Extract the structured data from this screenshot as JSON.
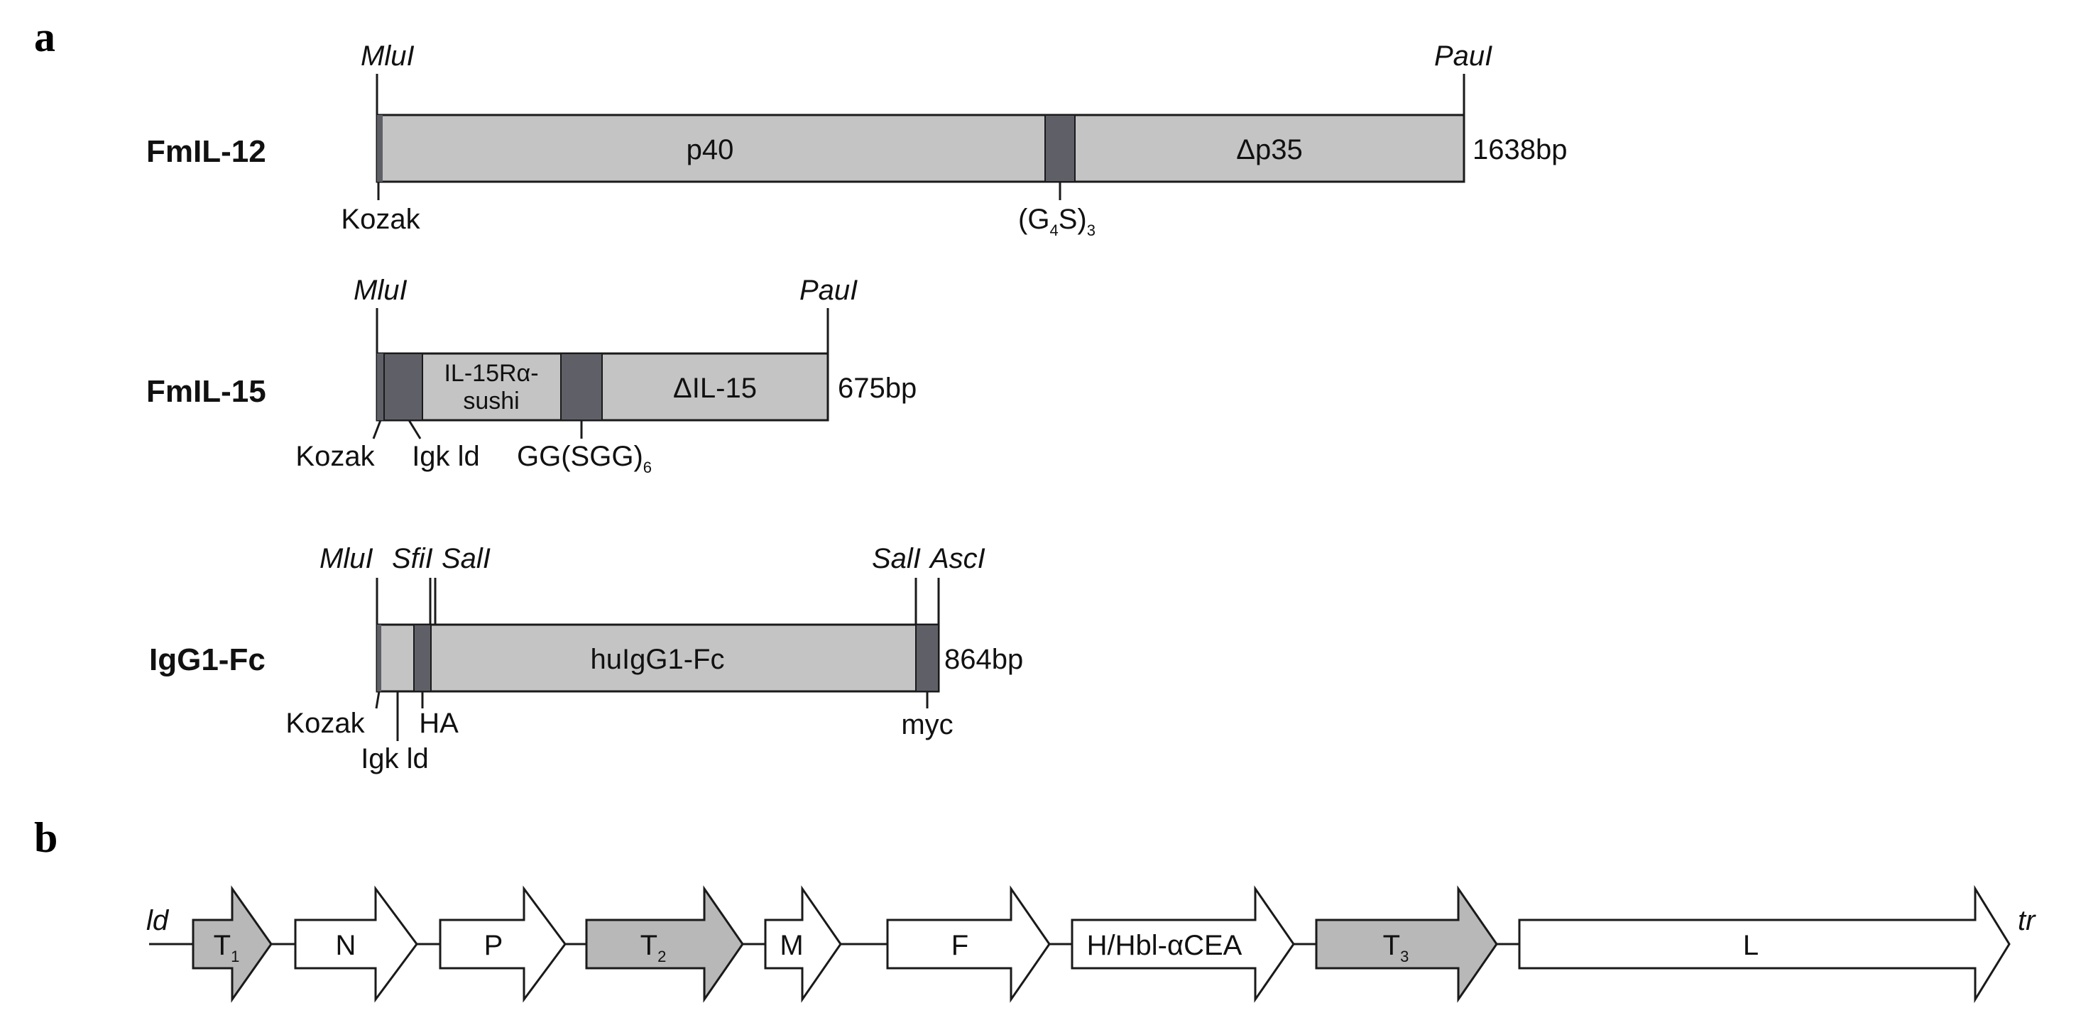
{
  "panel_a": {
    "letter": "a",
    "constructs": {
      "il12": {
        "name": "FmIL-12",
        "size": "1638bp",
        "site_left": "MluI",
        "site_right": "PauI",
        "kozak": "Kozak",
        "seg_p40": "p40",
        "linker": "(G",
        "linker_sub1": "4",
        "linker_mid": "S)",
        "linker_sub2": "3",
        "seg_p35": "Δp35"
      },
      "il15": {
        "name": "FmIL-15",
        "size": "675bp",
        "site_left": "MluI",
        "site_right": "PauI",
        "seg_sushi_1": "IL-15Rα-",
        "seg_sushi_2": "sushi",
        "seg_il15": "ΔIL-15",
        "kozak": "Kozak",
        "igk": "Igk ld",
        "linker": "GG(SGG)",
        "linker_sub": "6"
      },
      "igg": {
        "name": "IgG1-Fc",
        "size": "864bp",
        "site_mlui": "MluI",
        "site_sfii": "SfiI",
        "site_sali_1": "SalI",
        "site_sali_2": "SalI",
        "site_asci": "AscI",
        "seg_fc": "huIgG1-Fc",
        "kozak": "Kozak",
        "igk": "Igk ld",
        "ha": "HA",
        "myc": "myc"
      }
    }
  },
  "panel_b": {
    "letter": "b",
    "left_end": "ld",
    "right_end": "tr",
    "genes": {
      "t1": "T",
      "t1_sub": "1",
      "n": "N",
      "p": "P",
      "t2": "T",
      "t2_sub": "2",
      "m": "M",
      "f": "F",
      "h": "H/Hbl-αCEA",
      "t3": "T",
      "t3_sub": "3",
      "l": "L"
    },
    "colors": {
      "transgene": "#b8b8b8",
      "viral": "#ffffff"
    }
  },
  "colors": {
    "segment": "#c4c4c4",
    "linker": "#5f6067",
    "outline": "#1a1a1a"
  }
}
